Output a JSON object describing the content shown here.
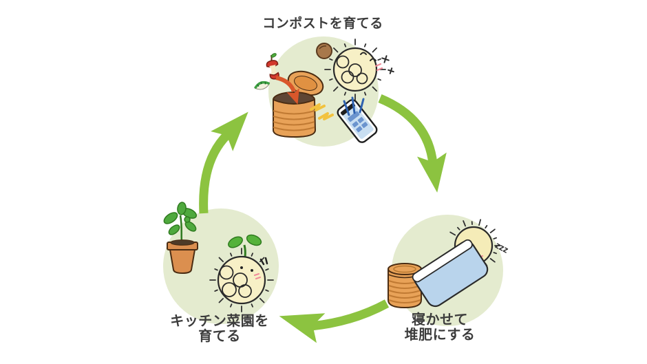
{
  "cycle": {
    "title_hint": "compost-cycle-diagram",
    "stages": [
      {
        "name": "grow-compost",
        "label_lines": [
          "コンポストを育てる"
        ],
        "items": [
          "food-scraps",
          "open-compost-bin",
          "happy-compost-character",
          "soil-ball",
          "smartphone",
          "spark"
        ]
      },
      {
        "name": "rest-into-fertilizer",
        "label_lines": [
          "寝かせて",
          "堆肥にする"
        ],
        "sleep_text": "zzz",
        "items": [
          "closed-compost-bin",
          "sleeping-compost-character"
        ]
      },
      {
        "name": "grow-kitchen-garden",
        "label_lines": [
          "キッチン菜園を",
          "育てる"
        ],
        "items": [
          "potted-plant",
          "sprouting-compost-character"
        ]
      }
    ],
    "colors": {
      "stage_circle_bg": "#E4EBCF",
      "cycle_arrow_green": "#8CC340",
      "label_text": "#3C3C3C",
      "character_body": "#F7F0C6",
      "bin_orange": "#E8A258",
      "bin_ridge": "#C07A33",
      "blanket_blue": "#B9D4EC",
      "phone_screen_blue": "#C9DFF2",
      "phone_block_blue": "#6B94CE",
      "leaf_green": "#4FA93E",
      "scrap_arrow_red": "#D9572B",
      "spark_yellow": "#F2C23E",
      "blush_pink": "#F08C9A"
    }
  }
}
